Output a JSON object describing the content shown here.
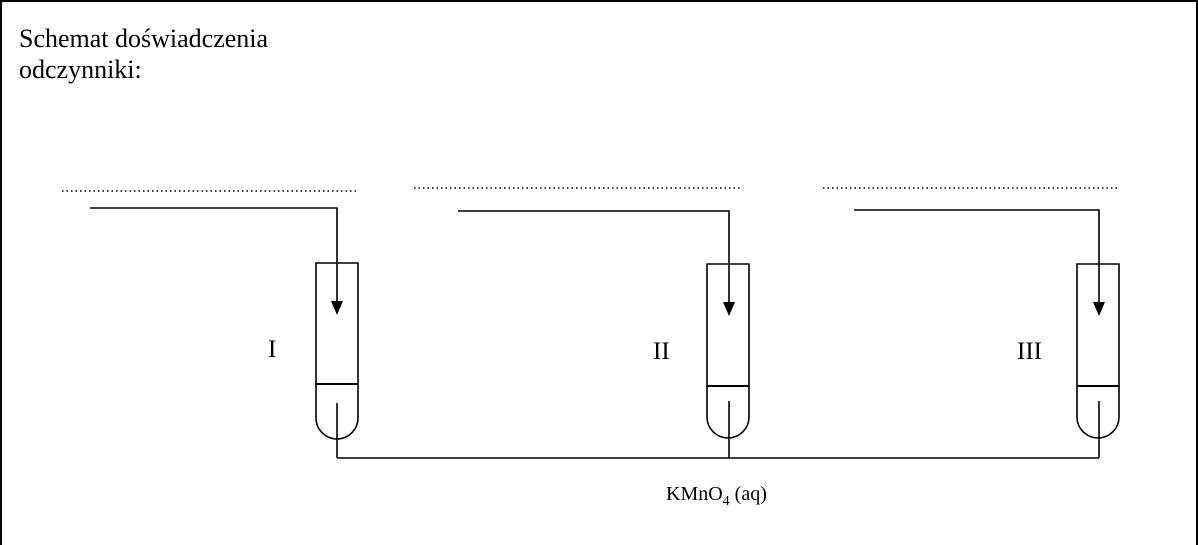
{
  "heading": {
    "line1": "Schemat doświadczenia",
    "line2": "odczynniki:"
  },
  "answer_blanks": [
    "............................................",
    "............................................",
    "............................................"
  ],
  "tubes": [
    {
      "label": "I"
    },
    {
      "label": "II"
    },
    {
      "label": "III"
    }
  ],
  "reagent": {
    "formula_main": "KMnO",
    "formula_sub": "4",
    "state": " (aq)"
  }
}
